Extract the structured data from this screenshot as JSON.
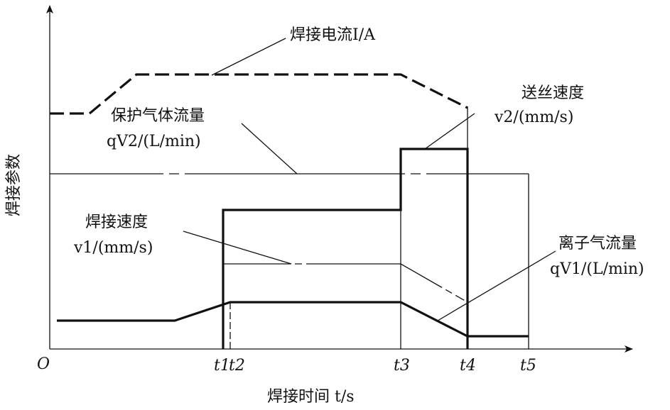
{
  "axes": {
    "origin": "O",
    "y_label": "焊接参数",
    "x_label": "焊接时间 t/s"
  },
  "ticks": [
    "t1",
    "t2",
    "t3",
    "t4",
    "t5"
  ],
  "labels": {
    "welding_current": "焊接电流I/A",
    "wire_feed_speed": {
      "title": "送丝速度",
      "unit": "v2/(mm/s)"
    },
    "shield_gas_flow": {
      "title": "保护气体流量",
      "unit": "qV2/(L/min)"
    },
    "welding_speed": {
      "title": "焊接速度",
      "unit": "v1/(mm/s)"
    },
    "plasma_gas_flow": {
      "title": "离子气流量",
      "unit": "qV1/(L/min)"
    }
  }
}
